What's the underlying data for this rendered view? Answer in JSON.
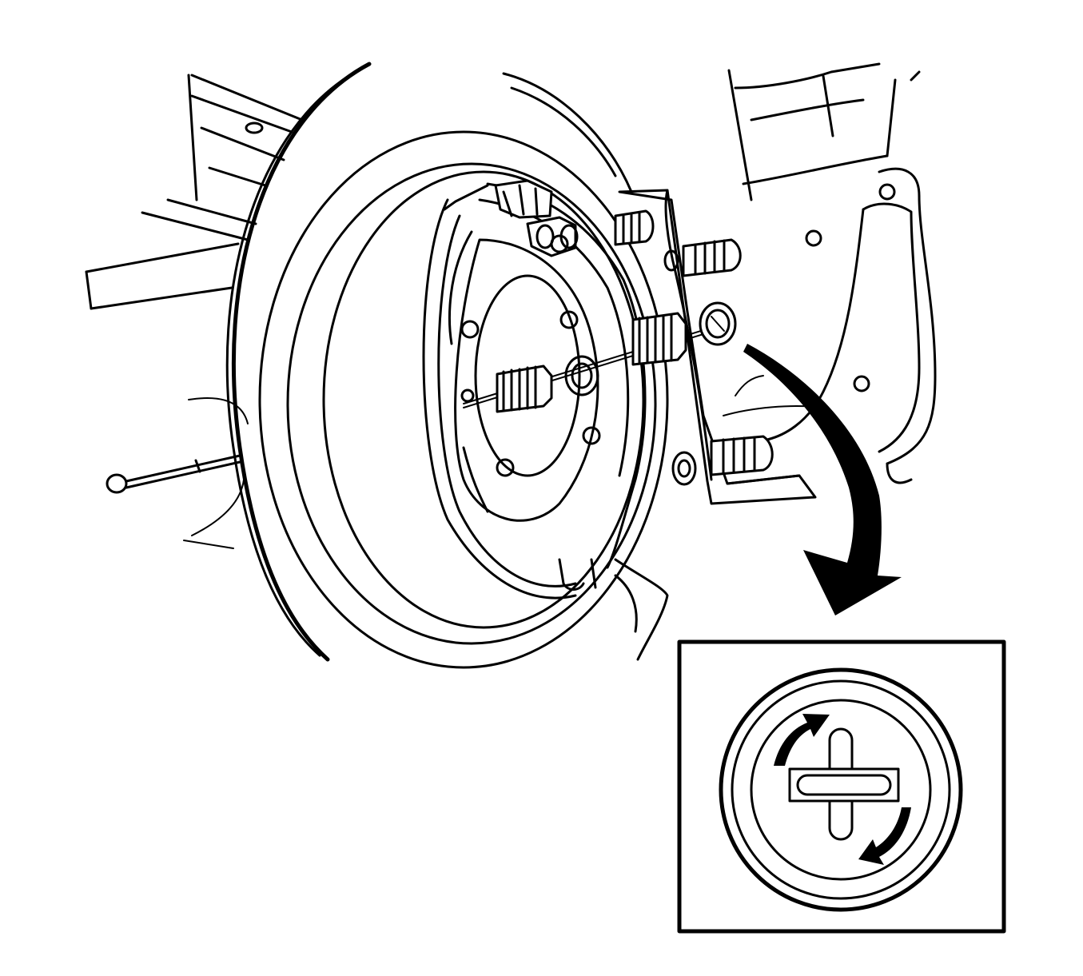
{
  "figure": {
    "components": [
      "brake-drum",
      "backing-plate",
      "brake-shoes",
      "hold-down-spring",
      "hold-down-pin",
      "hold-down-cup",
      "lower-control-arm",
      "detail-inset"
    ],
    "inset": {
      "shows": "hold-down-cup-with-pin-slot",
      "rotation_arrows": 2
    },
    "line_color": "#000000",
    "background_color": "#ffffff"
  }
}
